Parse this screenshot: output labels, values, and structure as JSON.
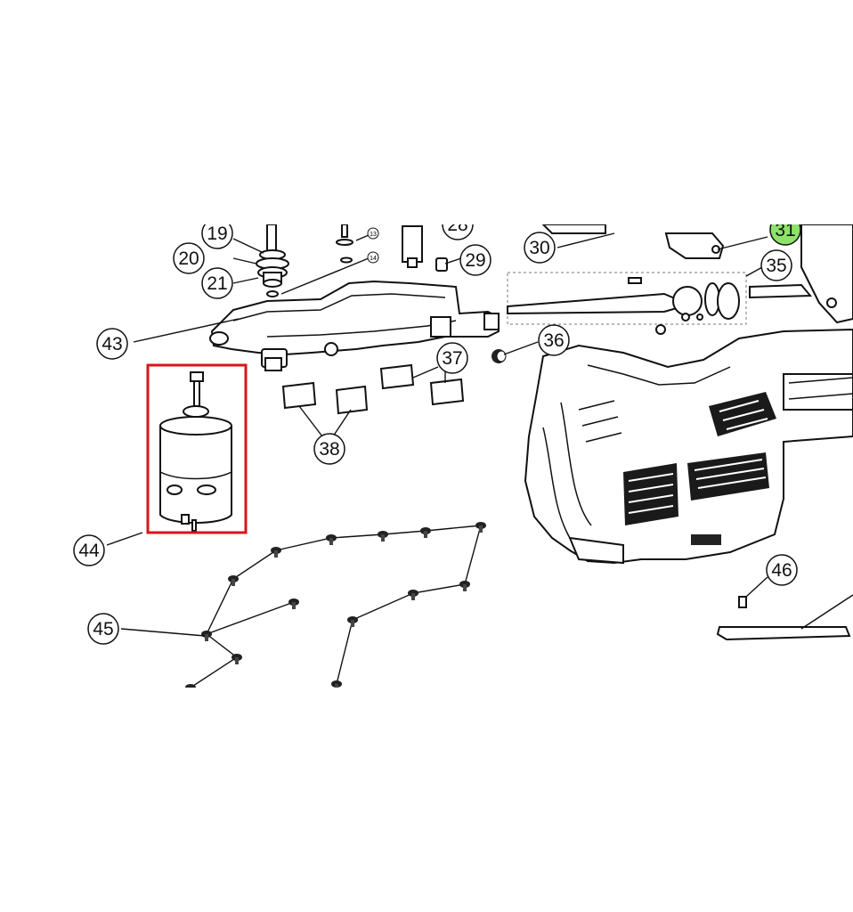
{
  "diagram": {
    "highlight_color": "#d9141c",
    "callout_highlight_color": "#8ee26a",
    "callouts": [
      {
        "id": "c19",
        "label": "19"
      },
      {
        "id": "c20",
        "label": "20"
      },
      {
        "id": "c21",
        "label": "21"
      },
      {
        "id": "c28",
        "label": "28"
      },
      {
        "id": "c29",
        "label": "29"
      },
      {
        "id": "c30",
        "label": "30"
      },
      {
        "id": "c31",
        "label": "31"
      },
      {
        "id": "c35",
        "label": "35"
      },
      {
        "id": "c36",
        "label": "36"
      },
      {
        "id": "c37",
        "label": "37"
      },
      {
        "id": "c38",
        "label": "38"
      },
      {
        "id": "c43",
        "label": "43"
      },
      {
        "id": "c44",
        "label": "44"
      },
      {
        "id": "c45",
        "label": "45"
      },
      {
        "id": "c46",
        "label": "46"
      }
    ],
    "small_labels": {
      "s13": "13",
      "s14": "14"
    }
  }
}
